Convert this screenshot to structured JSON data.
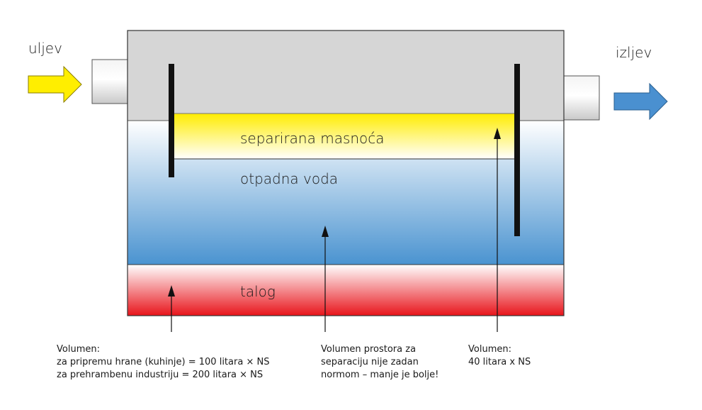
{
  "labels": {
    "inlet": "uljev",
    "outlet": "izljev",
    "grease": "separirana masnoća",
    "wastewater": "otpadna voda",
    "sludge": "talog"
  },
  "notes": {
    "sludge_volume": [
      "Volumen:",
      "za pripremu hrane (kuhinje) = 100 litara × NS",
      "za prehrambenu industriju = 200 litara × NS"
    ],
    "separation_volume": [
      "Volumen prostora za",
      "separaciju nije zadan",
      "normom – manje je bolje!"
    ],
    "grease_volume": [
      "Volumen:",
      "40 litara x NS"
    ]
  },
  "colors": {
    "air": "#d6d6d6",
    "grease_top": "#ffec00",
    "water_bottom": "#4a93d0",
    "sludge_bottom": "#e8141b",
    "inlet_arrow": "#ffee00",
    "outlet_arrow": "#4a90d0",
    "baffle": "#111111"
  }
}
